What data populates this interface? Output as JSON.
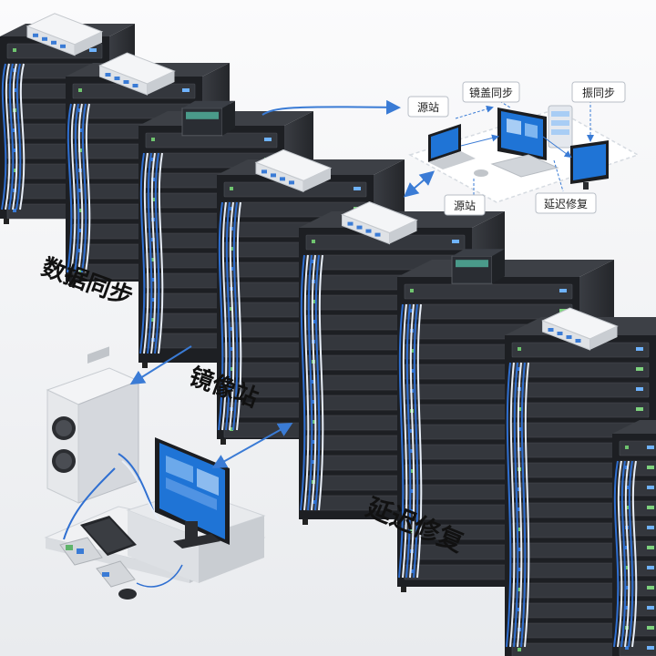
{
  "labels": {
    "data_sync": "数据同步",
    "mirror_site": "镜像站",
    "delay_repair": "延迟修复"
  },
  "diagram": {
    "source_site_top": "源站",
    "mirror_sync": "镜盖同步",
    "source_sync": "振同步",
    "source_site_bottom": "源站",
    "delay_repair": "延迟修复"
  },
  "colors": {
    "background": "#f4f5f7",
    "rack_body": "#2e3035",
    "rack_front": "#1d1f23",
    "rack_top": "#3d4046",
    "cable_blue": "#2f6fd1",
    "cable_white": "#e8eef7",
    "screen_blue": "#1f74d6",
    "arrow_blue": "#3a7bd5"
  }
}
